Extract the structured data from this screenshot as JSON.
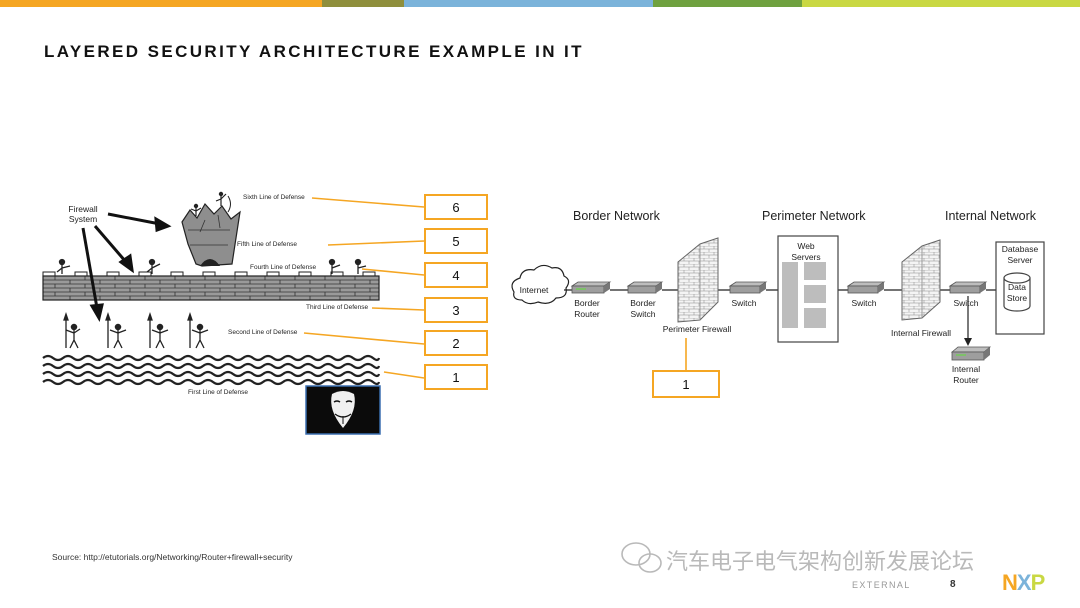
{
  "title": "LAYERED SECURITY ARCHITECTURE EXAMPLE IN IT",
  "top_bar_colors": [
    "#f5a623",
    "#8f8f3c",
    "#7bb3da",
    "#6fa13f",
    "#c9d843"
  ],
  "left_diagram": {
    "firewall_system_label": "Firewall System",
    "lines": {
      "sixth": "Sixth Line of Defense",
      "fifth": "Fifth Line of Defense",
      "fourth": "Fourth Line of Defense",
      "third": "Third Line of Defense",
      "second": "Second Line of Defense",
      "first": "First Line of Defense"
    },
    "boxes": [
      "6",
      "5",
      "4",
      "3",
      "2",
      "1"
    ],
    "attacker_icon": "anonymous-mask-icon"
  },
  "right_diagram": {
    "headers": {
      "border": "Border Network",
      "perimeter": "Perimeter Network",
      "internal": "Internal Network"
    },
    "internet": "Internet",
    "border_router": "Border Router",
    "border_switch": "Border Switch",
    "switch": "Switch",
    "perimeter_firewall": "Perimeter Firewall",
    "web_servers": "Web Servers",
    "internal_firewall": "Internal Firewall",
    "database_server": "Database Server",
    "data_store": "Data Store",
    "internal_router": "Internal Router",
    "callout_box": "1"
  },
  "source": "Source: http://etutorials.org/Networking/Router+firewall+security",
  "footer": {
    "classification": "EXTERNAL",
    "page": "8"
  },
  "watermark": "汽车电子电气架构创新发展论坛",
  "logo": {
    "text": "NXP",
    "colors": [
      "#f5a623",
      "#7bb3da",
      "#c9d843"
    ]
  }
}
